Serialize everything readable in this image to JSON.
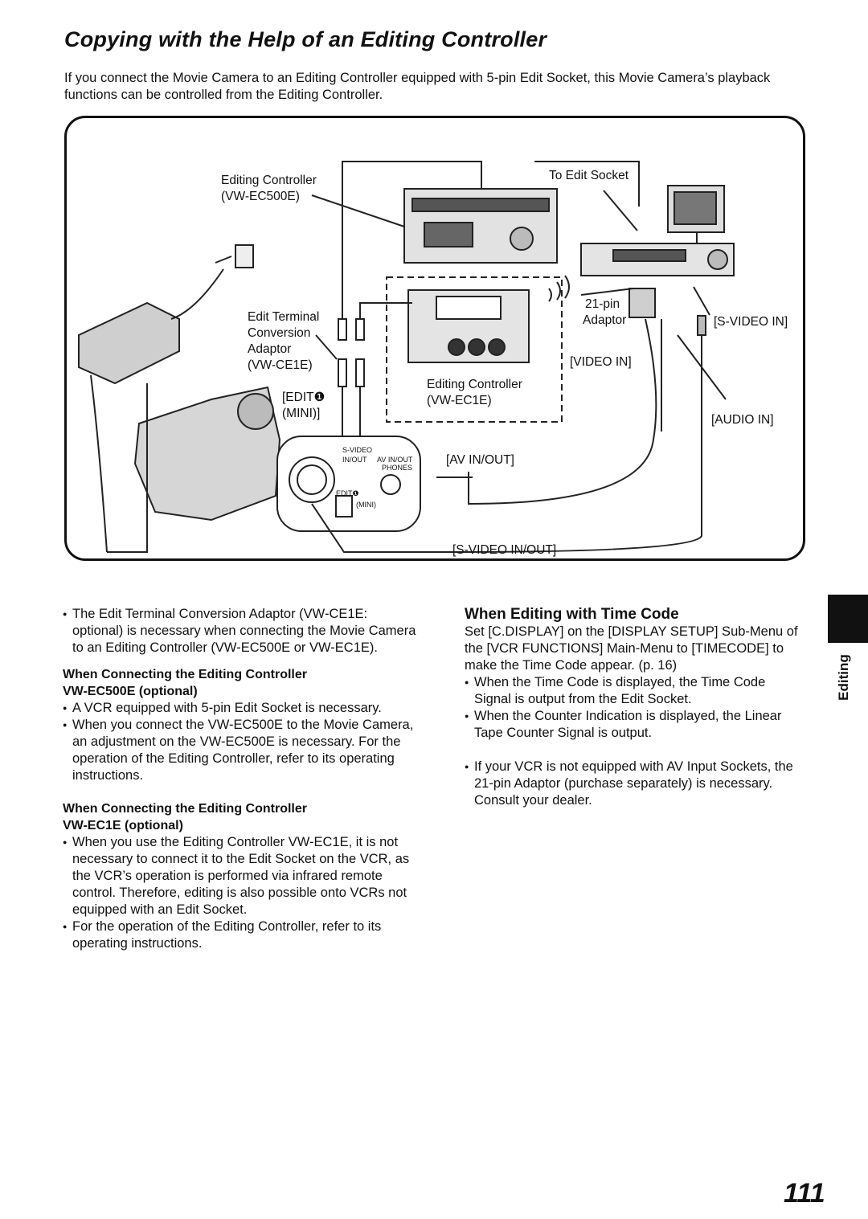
{
  "header": {
    "title": "Copying with the Help of an Editing Controller",
    "intro": "If you connect the Movie Camera to an Editing Controller equipped with 5-pin Edit Socket, this Movie Camera’s playback functions can be controlled from the Editing Controller."
  },
  "diagram": {
    "labels": {
      "editing_controller_ec500e_line1": "Editing Controller",
      "editing_controller_ec500e_line2": "(VW-EC500E)",
      "to_edit_socket": "To Edit Socket",
      "edit_terminal_line1": "Edit Terminal",
      "edit_terminal_line2": "Conversion",
      "edit_terminal_line3": "Adaptor",
      "edit_terminal_line4": "(VW-CE1E)",
      "pin21_line1": "21-pin",
      "pin21_line2": "Adaptor",
      "s_video_in": "[S-VIDEO IN]",
      "video_in": "[VIDEO IN]",
      "editing_controller_ec1e_line1": "Editing Controller",
      "editing_controller_ec1e_line2": "(VW-EC1E)",
      "edit_mini_line1": "[EDIT❶",
      "edit_mini_line2": "(MINI)]",
      "audio_in": "[AUDIO IN]",
      "av_inout": "[AV IN/OUT]",
      "s_video_inout": "[S-VIDEO IN/OUT]",
      "jack_svideo": "S-VIDEO",
      "jack_inout": "IN/OUT",
      "jack_av": "AV IN/OUT",
      "jack_phones": "PHONES",
      "jack_edit": "EDIT❶",
      "jack_mini": "(MINI)"
    }
  },
  "left_column": {
    "note": "The Edit Terminal Conversion Adaptor (VW-CE1E: optional) is necessary when connecting the Movie Camera to an Editing Controller (VW-EC500E or VW-EC1E).",
    "section1": {
      "heading_line1": "When Connecting the Editing Controller",
      "heading_line2": "VW-EC500E (optional)",
      "bullet1": "A VCR equipped with 5-pin Edit Socket is necessary.",
      "bullet2": "When you connect the VW-EC500E to the Movie Camera, an adjustment on the VW-EC500E is necessary. For the operation of the Editing Controller, refer to its operating instructions."
    },
    "section2": {
      "heading_line1": "When Connecting the Editing Controller",
      "heading_line2": "VW-EC1E (optional)",
      "bullet1": "When you use the Editing Controller VW-EC1E, it is not necessary to connect it to the Edit Socket on the VCR, as the VCR’s operation is performed via infrared remote control. Therefore, editing is also possible onto VCRs not equipped with an Edit Socket.",
      "bullet2": "For the operation of the Editing Controller, refer to its operating instructions."
    }
  },
  "right_column": {
    "heading": "When Editing with Time Code",
    "para": "Set [C.DISPLAY] on the [DISPLAY SETUP] Sub-Menu of the [VCR FUNCTIONS] Main-Menu to [TIMECODE] to make the Time Code appear. (p. 16)",
    "bullet1": "When the Time Code is displayed, the Time Code Signal is output from the Edit Socket.",
    "bullet2": "When the Counter Indication is displayed, the Linear Tape Counter Signal is output.",
    "bullet3": "If your VCR is not equipped with AV Input Sockets, the 21-pin Adaptor (purchase separately) is necessary. Consult your dealer."
  },
  "side_tab": {
    "label": "Editing"
  },
  "page_number": "111"
}
